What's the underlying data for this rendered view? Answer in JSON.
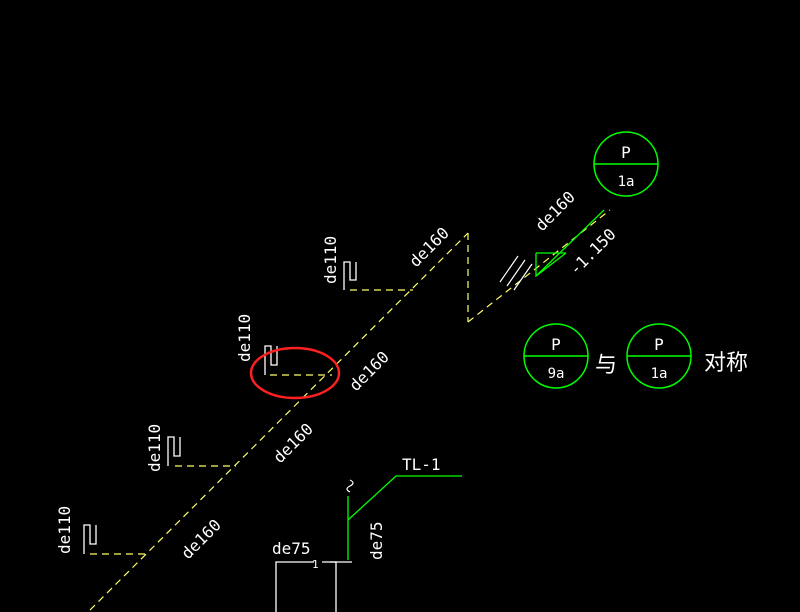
{
  "colors": {
    "background": "#000000",
    "pipe": "#ffff66",
    "annotation": "#00ff00",
    "text": "#ffffff",
    "highlight": "#ff2020"
  },
  "labels": {
    "de110_a": "de110",
    "de110_b": "de110",
    "de110_c": "de110",
    "de110_d": "de110",
    "de160_a": "de160",
    "de160_b": "de160",
    "de160_c": "de160",
    "de160_d": "de160",
    "de160_e": "de160",
    "de75_a": "de75",
    "de75_b": "de75",
    "elevation": "-1.150",
    "tl": "TL-1",
    "small_1": "1"
  },
  "markers": {
    "top": {
      "top": "P",
      "bottom": "1a"
    },
    "left": {
      "top": "P",
      "bottom": "9a"
    },
    "right": {
      "top": "P",
      "bottom": "1a"
    }
  },
  "note": {
    "connector": "与",
    "suffix": "对称"
  }
}
